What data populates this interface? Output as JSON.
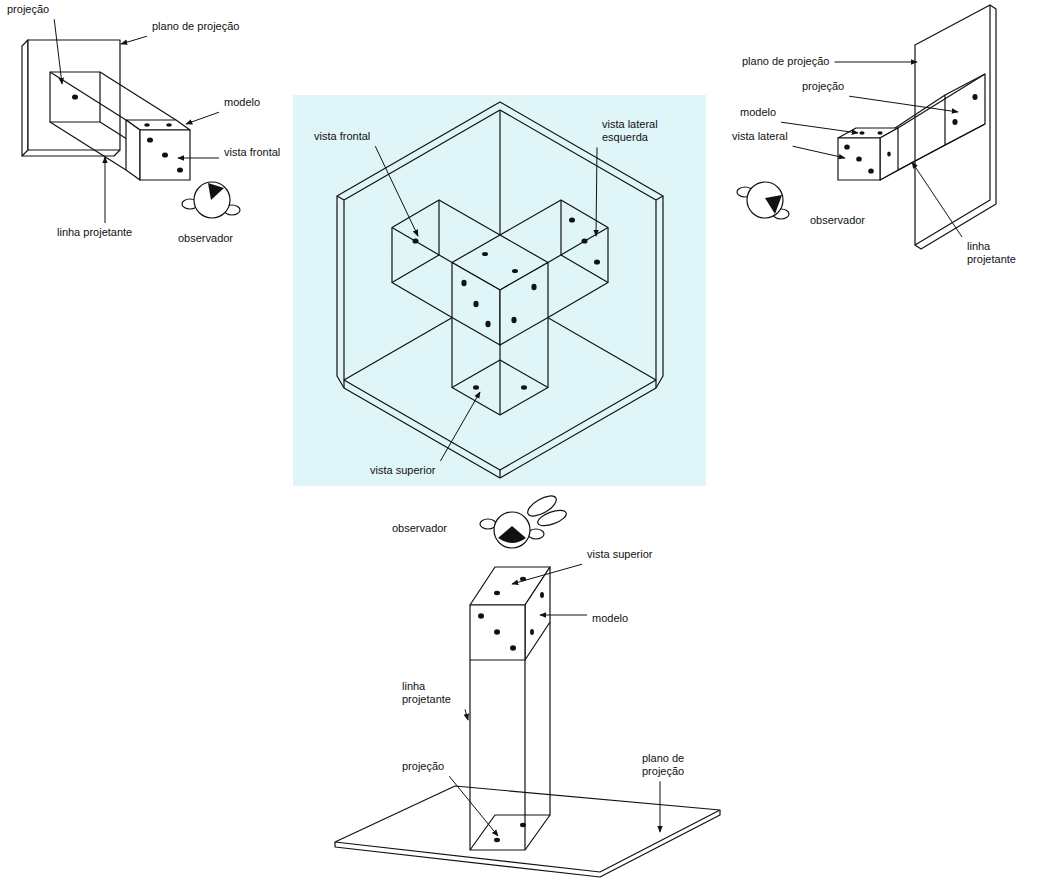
{
  "diagram": {
    "labels": [
      "projeção",
      "plano de projeção",
      "modelo",
      "vista frontal",
      "linha projetante",
      "observador",
      "vista frontal",
      "vista lateral esquerda",
      "vista superior",
      "plano de projeção",
      "projeção",
      "modelo",
      "vista lateral",
      "observador",
      "linha projetante",
      "observador",
      "vista superior",
      "modelo",
      "linha projetante",
      "projeção",
      "plano de projeção"
    ]
  }
}
